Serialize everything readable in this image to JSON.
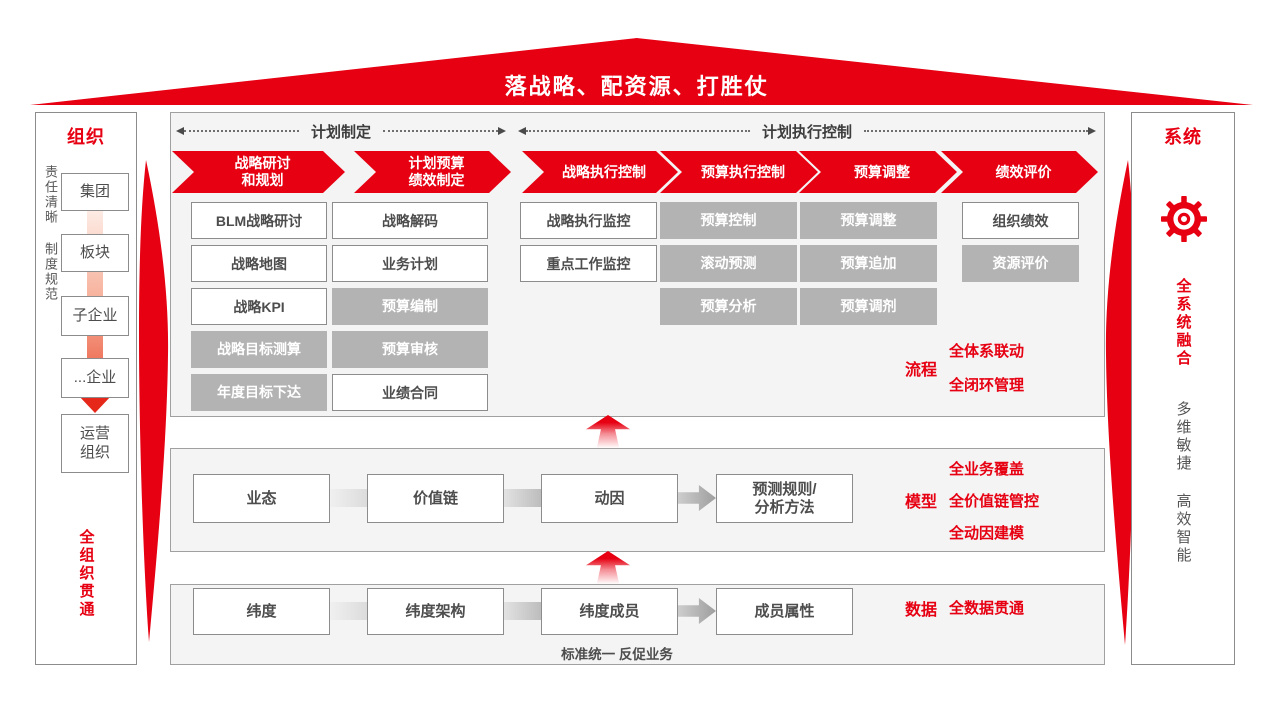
{
  "banner": {
    "title": "落战略、配资源、打胜仗"
  },
  "org": {
    "title": "组织",
    "duty_note": "责任清晰 制度规范",
    "nodes": [
      "集团",
      "板块",
      "子企业",
      "...企业",
      "运营\n组织"
    ],
    "bottom_note": "全组织贯通"
  },
  "sys": {
    "title": "系统",
    "gear_icon": "gear-icon",
    "fusion_note": "全系统融合",
    "agile_note": "多维敏捷 高效智能"
  },
  "plan": {
    "groups": [
      {
        "label": "计划制定"
      },
      {
        "label": "计划执行控制"
      }
    ],
    "chevrons": [
      "战略研讨\n和规划",
      "计划预算\n绩效制定",
      "战略执行控制",
      "预算执行控制",
      "预算调整",
      "绩效评价"
    ],
    "columns": [
      {
        "steps": [
          {
            "label": "BLM战略研讨",
            "variant": "white"
          },
          {
            "label": "战略地图",
            "variant": "white"
          },
          {
            "label": "战略KPI",
            "variant": "white"
          },
          {
            "label": "战略目标测算",
            "variant": "gray"
          },
          {
            "label": "年度目标下达",
            "variant": "gray"
          }
        ]
      },
      {
        "steps": [
          {
            "label": "战略解码",
            "variant": "white"
          },
          {
            "label": "业务计划",
            "variant": "white"
          },
          {
            "label": "预算编制",
            "variant": "gray"
          },
          {
            "label": "预算审核",
            "variant": "gray"
          },
          {
            "label": "业绩合同",
            "variant": "white"
          }
        ]
      },
      {
        "steps": [
          {
            "label": "战略执行监控",
            "variant": "white"
          },
          {
            "label": "重点工作监控",
            "variant": "white"
          }
        ]
      },
      {
        "steps": [
          {
            "label": "预算控制",
            "variant": "gray"
          },
          {
            "label": "滚动预测",
            "variant": "gray"
          },
          {
            "label": "预算分析",
            "variant": "gray"
          }
        ]
      },
      {
        "steps": [
          {
            "label": "预算调整",
            "variant": "gray"
          },
          {
            "label": "预算追加",
            "variant": "gray"
          },
          {
            "label": "预算调剂",
            "variant": "gray"
          }
        ]
      },
      {
        "steps": [
          {
            "label": "组织绩效",
            "variant": "white"
          },
          {
            "label": "资源评价",
            "variant": "gray"
          }
        ]
      }
    ],
    "tag": {
      "label": "流程",
      "notes": [
        "全体系联动",
        "全闭环管理"
      ]
    }
  },
  "model": {
    "boxes": [
      "业态",
      "价值链",
      "动因",
      "预测规则/\n分析方法"
    ],
    "tag": {
      "label": "模型",
      "notes": [
        "全业务覆盖",
        "全价值链管控",
        "全动因建模"
      ]
    }
  },
  "databand": {
    "boxes": [
      "纬度",
      "纬度架构",
      "纬度成员",
      "成员属性"
    ],
    "tag": {
      "label": "数据",
      "notes": [
        "全数据贯通"
      ]
    },
    "footer_note": "标准统一 反促业务"
  },
  "colors": {
    "accent_red": "#e60012",
    "gray_box": "#b3b3b3",
    "panel_bg": "#f4f4f4",
    "dark_text": "#4d4d4d"
  }
}
